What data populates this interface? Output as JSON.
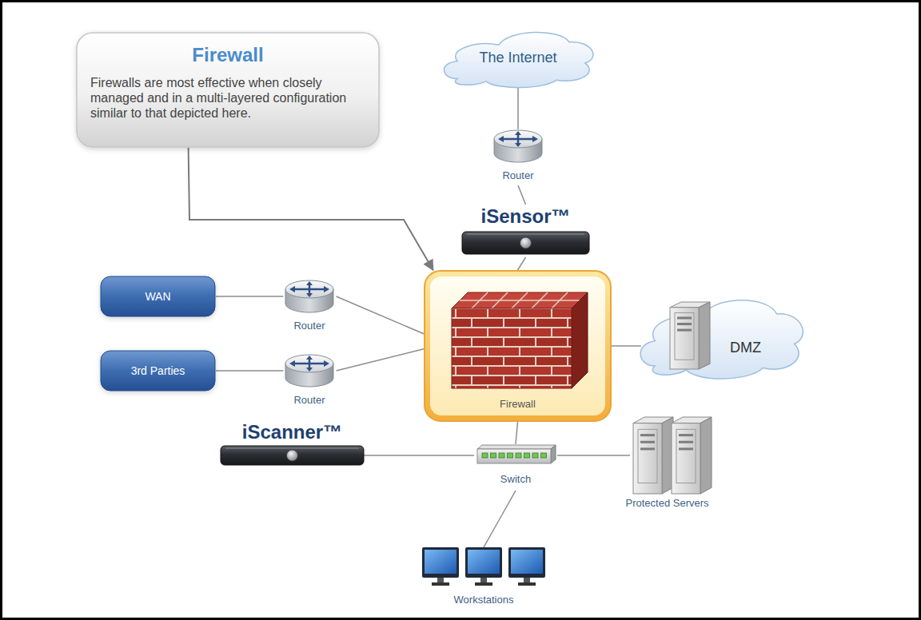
{
  "diagram": {
    "nodes": [
      {
        "text": [
          "Firewall",
          "Firewalls are most effective when closely managed and in a multi-layered configuration similar to that depicted here."
        ]
      },
      {
        "text": [
          "The Internet"
        ]
      },
      {
        "text": [
          "Router"
        ]
      },
      {
        "text": [
          "iSensor™"
        ]
      },
      {
        "text": [
          "WAN"
        ]
      },
      {
        "text": [
          "Router"
        ]
      },
      {
        "text": [
          "Firewall"
        ]
      },
      {
        "text": [
          "DMZ"
        ]
      },
      {
        "text": [
          "3rd Parties"
        ]
      },
      {
        "text": [
          "Router"
        ]
      },
      {
        "text": [
          "iScanner™"
        ]
      },
      {
        "text": [
          "Switch"
        ]
      },
      {
        "text": [
          "Protected Servers"
        ]
      },
      {
        "text": [
          "Workstations"
        ]
      }
    ],
    "edges": [
      {
        "from": 0,
        "to": 6,
        "arrow": "to"
      },
      {
        "from": 1,
        "to": 2,
        "arrow": "none"
      },
      {
        "from": 2,
        "to": 3,
        "arrow": "none"
      },
      {
        "from": 3,
        "to": 6,
        "arrow": "none"
      },
      {
        "from": 4,
        "to": 5,
        "arrow": "none"
      },
      {
        "from": 5,
        "to": 6,
        "arrow": "none"
      },
      {
        "from": 8,
        "to": 9,
        "arrow": "none"
      },
      {
        "from": 9,
        "to": 6,
        "arrow": "none"
      },
      {
        "from": 6,
        "to": 7,
        "arrow": "none"
      },
      {
        "from": 6,
        "to": 11,
        "arrow": "none"
      },
      {
        "from": 10,
        "to": 11,
        "arrow": "none"
      },
      {
        "from": 11,
        "to": 12,
        "arrow": "none"
      },
      {
        "from": 11,
        "to": 13,
        "arrow": "none"
      }
    ]
  }
}
